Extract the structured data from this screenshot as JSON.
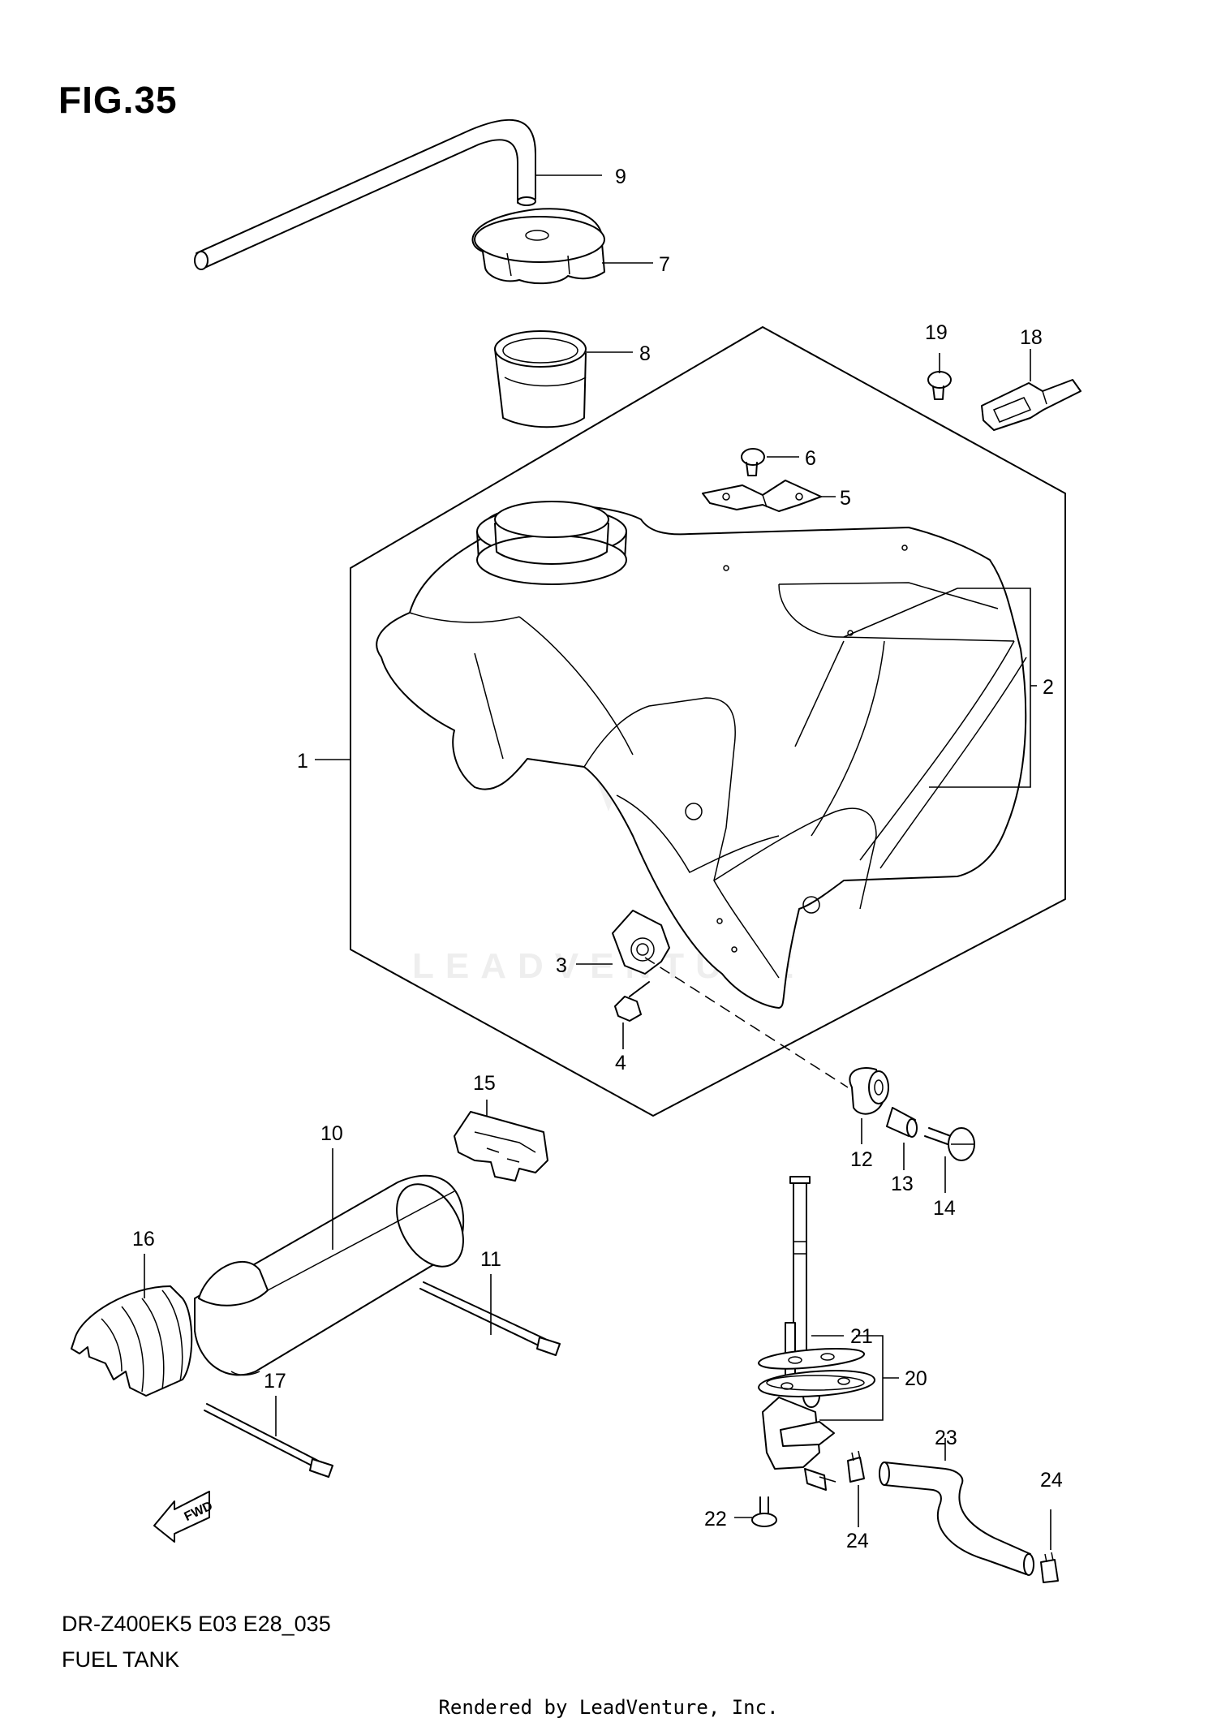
{
  "figure": {
    "title": "FIG.35",
    "model_code": "DR-Z400EK5 E03 E28_035",
    "diagram_name": "FUEL TANK"
  },
  "credit": "Rendered by LeadVenture, Inc.",
  "watermark": "LEADVENTURE",
  "forward_marker": "FWD",
  "callouts": {
    "c1": "1",
    "c2": "2",
    "c3": "3",
    "c4": "4",
    "c5": "5",
    "c6": "6",
    "c7": "7",
    "c8": "8",
    "c9": "9",
    "c10": "10",
    "c11": "11",
    "c12": "12",
    "c13": "13",
    "c14": "14",
    "c15": "15",
    "c16": "16",
    "c17": "17",
    "c18": "18",
    "c19": "19",
    "c20": "20",
    "c21": "21",
    "c22": "22",
    "c23": "23",
    "c24a": "24",
    "c24b": "24"
  }
}
